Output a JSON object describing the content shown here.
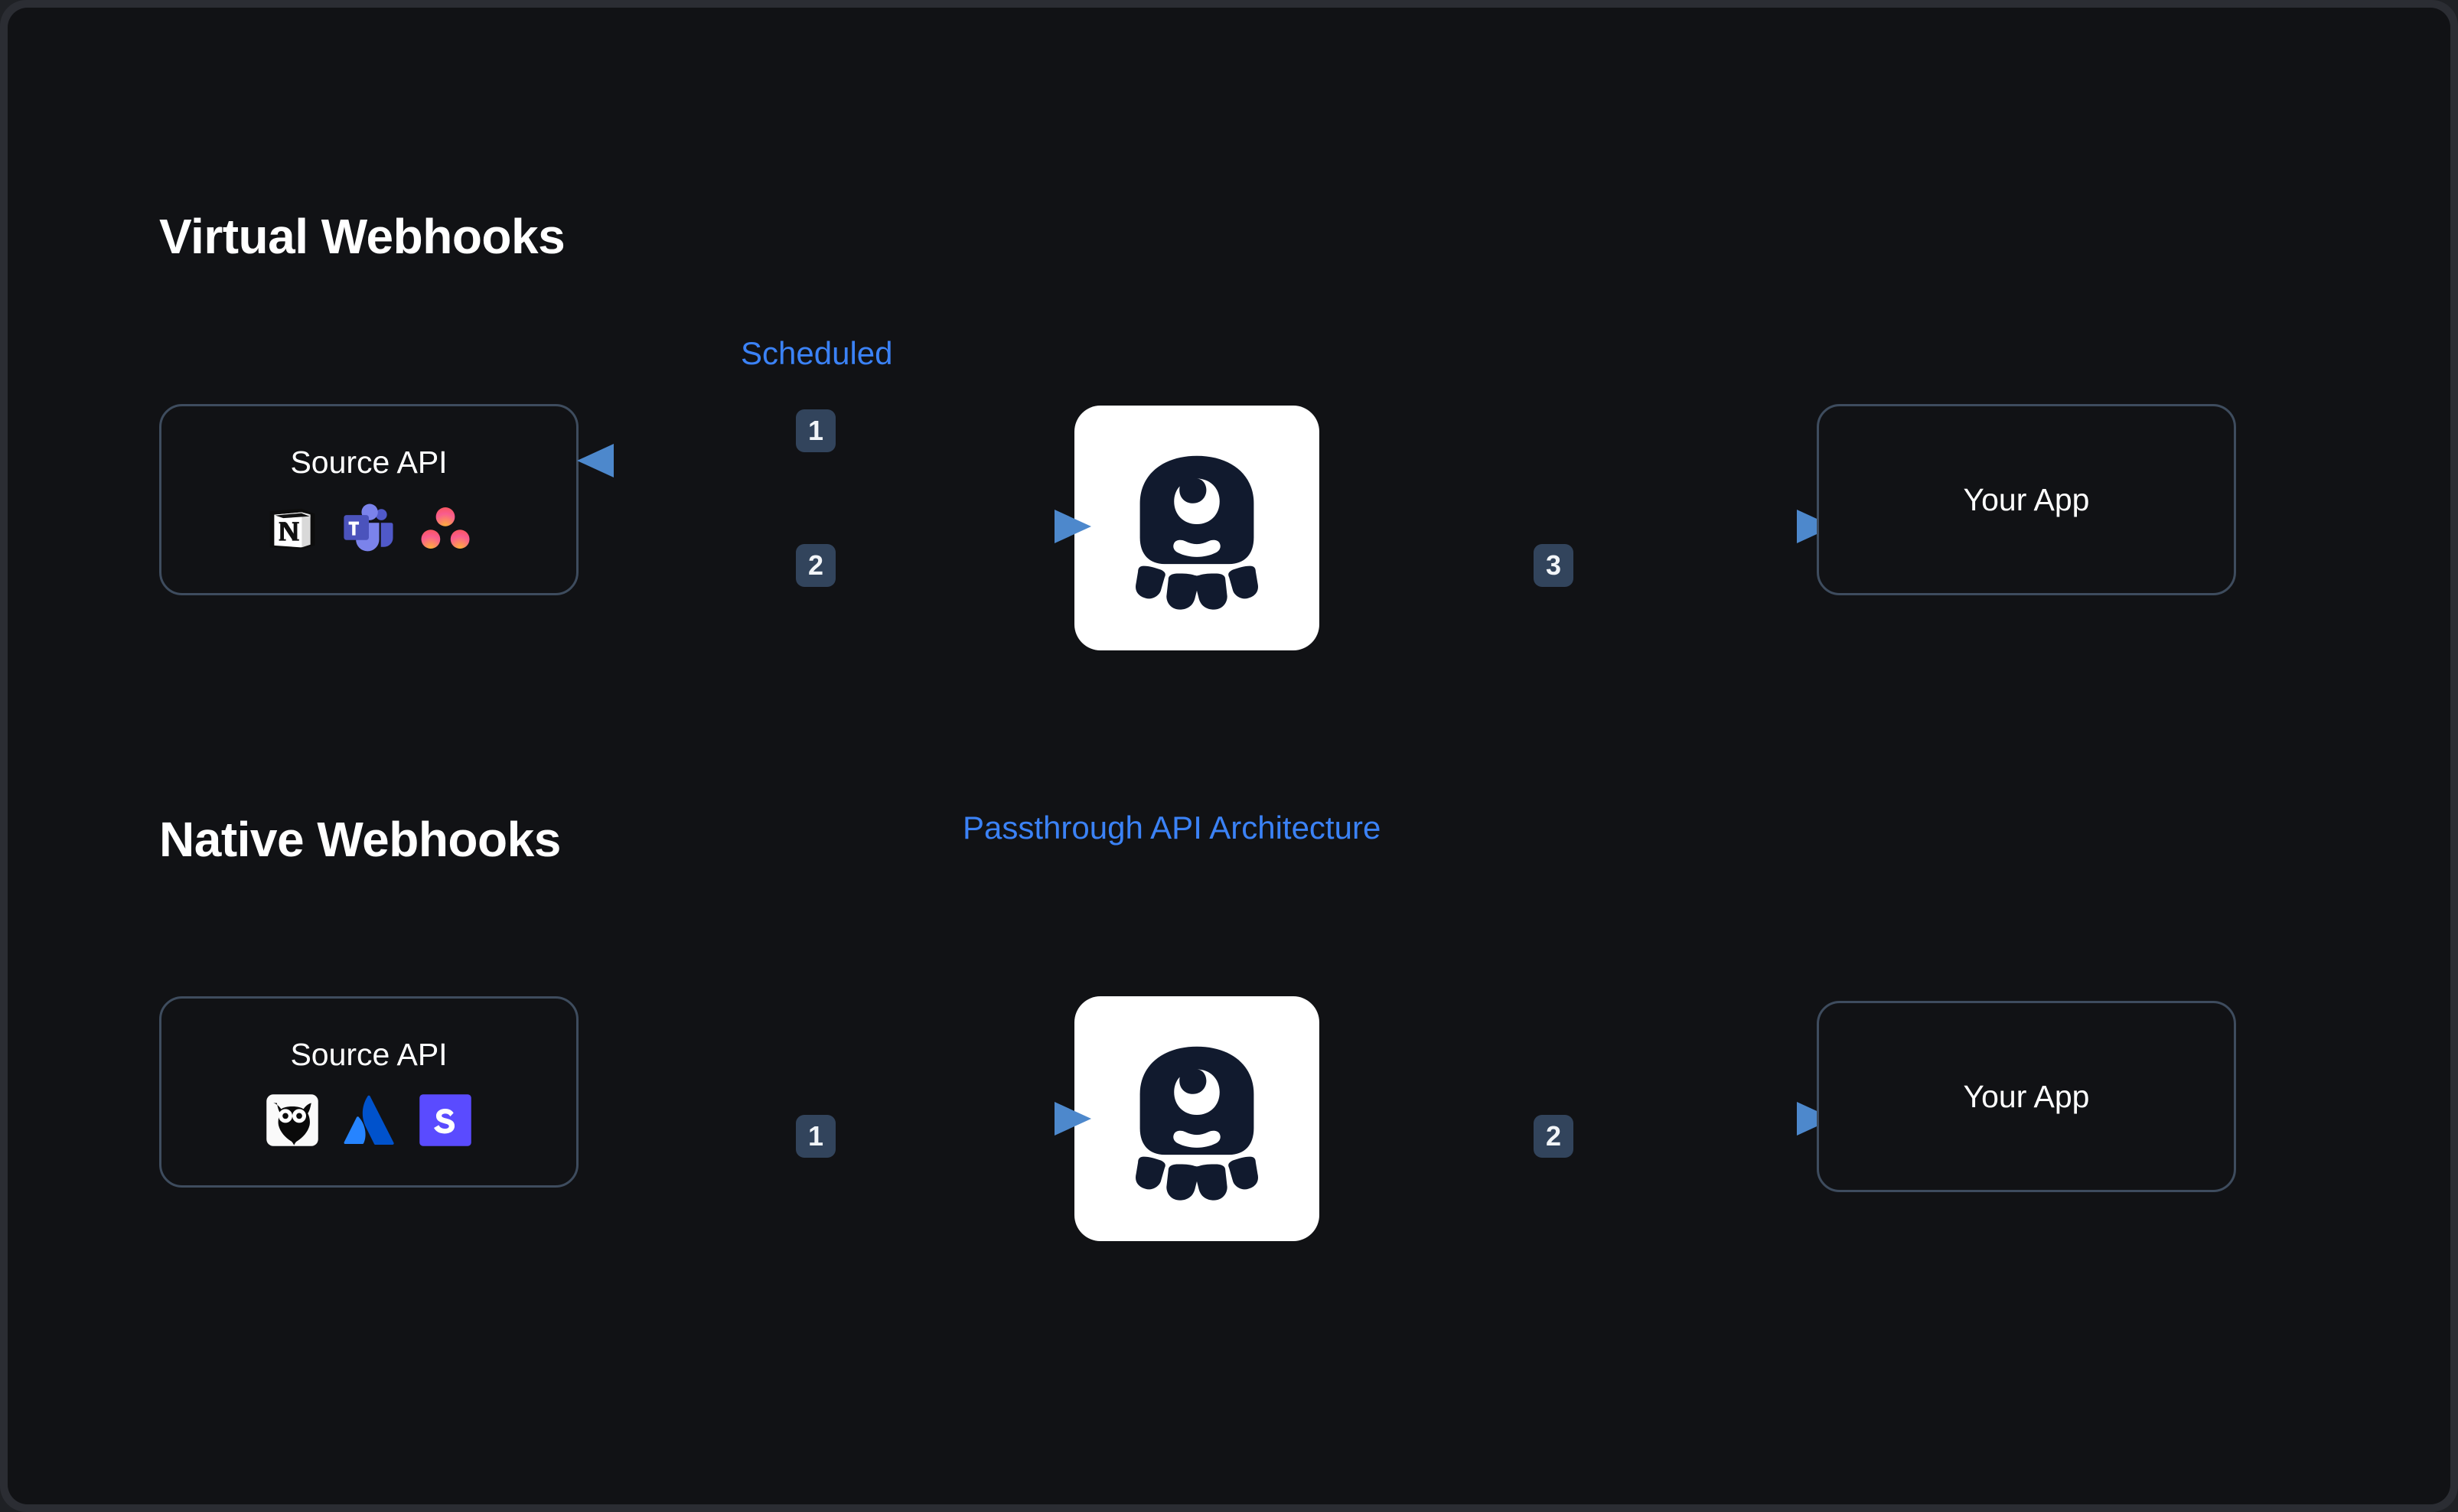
{
  "diagram": {
    "background_color": "#111215",
    "frame_color": "#2b2d33",
    "accent_color": "#3b82f6",
    "arrow_start_color": "#16213c",
    "arrow_end_color": "#4d88cc",
    "box_border_color": "#3e4c5e",
    "badge_color": "#32445c"
  },
  "sections": [
    {
      "title": "Virtual Webhooks",
      "flow_label": "Scheduled",
      "source_box": {
        "title": "Source API",
        "logos": [
          {
            "name": "notion-logo",
            "label": "Notion"
          },
          {
            "name": "microsoft-teams-logo",
            "label": "Microsoft Teams"
          },
          {
            "name": "asana-logo",
            "label": "Asana"
          }
        ]
      },
      "hub": {
        "name": "merge-logo",
        "label": "Merge"
      },
      "destination_box": {
        "title": "Your App"
      },
      "steps": [
        "1",
        "2",
        "3"
      ]
    },
    {
      "title": "Native Webhooks",
      "flow_label": "Passthrough API Architecture",
      "source_box": {
        "title": "Source API",
        "logos": [
          {
            "name": "owl-logo",
            "label": "Owl"
          },
          {
            "name": "atlassian-logo",
            "label": "Atlassian"
          },
          {
            "name": "shortcut-logo",
            "label": "Shortcut"
          }
        ]
      },
      "hub": {
        "name": "merge-logo",
        "label": "Merge"
      },
      "destination_box": {
        "title": "Your App"
      },
      "steps": [
        "1",
        "2"
      ]
    }
  ]
}
